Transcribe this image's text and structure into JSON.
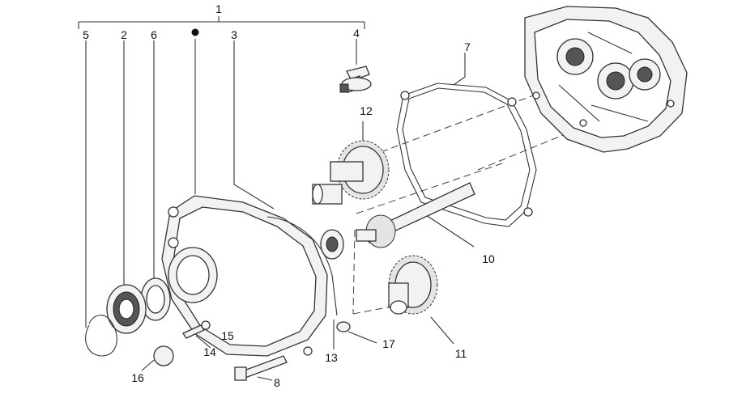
{
  "callouts": {
    "c1": "1",
    "c2": "2",
    "c3": "3",
    "c4": "4",
    "c5": "5",
    "c6": "6",
    "c7": "7",
    "c8": "8",
    "c10": "10",
    "c11": "11",
    "c12": "12",
    "c13": "13",
    "c14": "14",
    "c15": "15",
    "c16": "16",
    "c17": "17"
  }
}
